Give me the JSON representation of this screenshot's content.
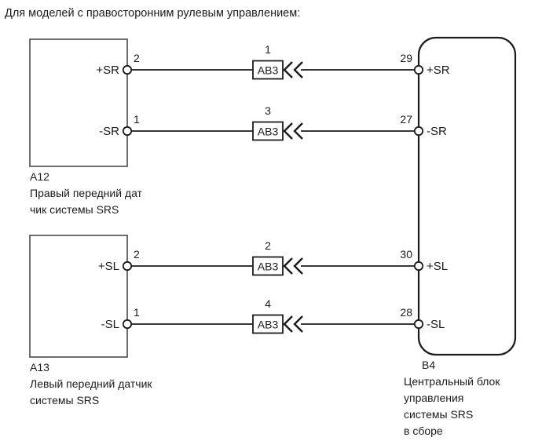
{
  "caption": "Для моделей с правосторонним рулевым управлением:",
  "diagram": {
    "type": "wiring-diagram",
    "left_components": [
      {
        "id": "A12",
        "code": "A12",
        "description_lines": [
          "Правый передний дат",
          "чик системы SRS"
        ],
        "terminals": [
          {
            "pin": "2",
            "signal": "+SR"
          },
          {
            "pin": "1",
            "signal": "-SR"
          }
        ]
      },
      {
        "id": "A13",
        "code": "A13",
        "description_lines": [
          "Левый передний датчик",
          "системы SRS"
        ],
        "terminals": [
          {
            "pin": "2",
            "signal": "+SL"
          },
          {
            "pin": "1",
            "signal": "-SL"
          }
        ]
      }
    ],
    "right_component": {
      "id": "B4",
      "code": "B4",
      "description_lines": [
        "Центральный блок",
        "управления",
        "системы SRS",
        "в сборе"
      ],
      "terminals": [
        {
          "pin": "29",
          "signal": "+SR"
        },
        {
          "pin": "27",
          "signal": "-SR"
        },
        {
          "pin": "30",
          "signal": "+SL"
        },
        {
          "pin": "28",
          "signal": "-SL"
        }
      ]
    },
    "connections": [
      {
        "connector_number": "1",
        "connector_label": "AB3",
        "from_pin": "2",
        "from_signal": "+SR",
        "to_pin": "29",
        "to_signal": "+SR"
      },
      {
        "connector_number": "3",
        "connector_label": "AB3",
        "from_pin": "1",
        "from_signal": "-SR",
        "to_pin": "27",
        "to_signal": "-SR"
      },
      {
        "connector_number": "2",
        "connector_label": "AB3",
        "from_pin": "2",
        "from_signal": "+SL",
        "to_pin": "30",
        "to_signal": "+SL"
      },
      {
        "connector_number": "4",
        "connector_label": "AB3",
        "from_pin": "1",
        "from_signal": "-SL",
        "to_pin": "28",
        "to_signal": "-SL"
      }
    ],
    "colors": {
      "line": "#1b1b1b",
      "component_outline": "#4a4a4a",
      "background": "#ffffff"
    }
  }
}
